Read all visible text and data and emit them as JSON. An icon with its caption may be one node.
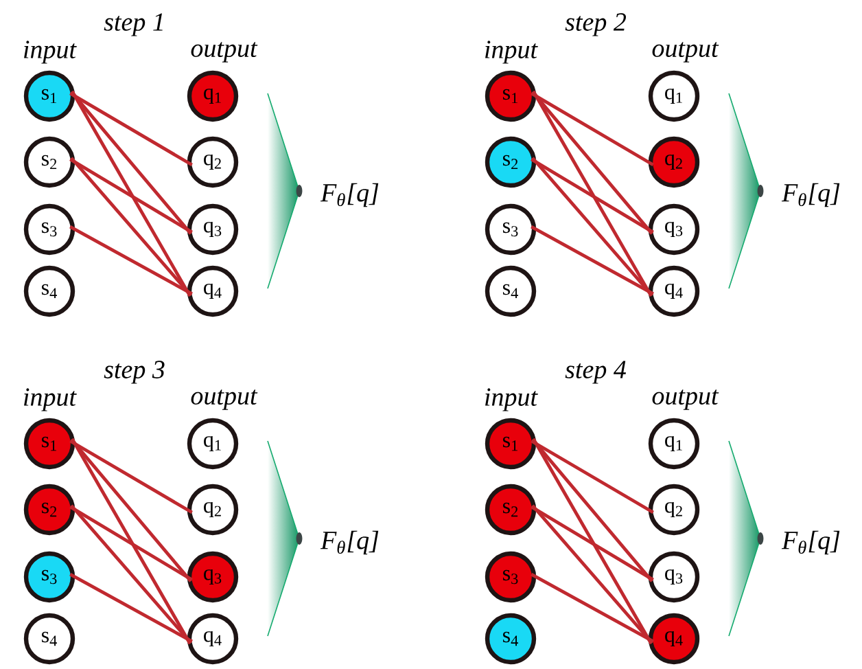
{
  "diagram": {
    "nodes": [
      {
        "text": [
          "s$_{1}$"
        ]
      },
      {
        "text": [
          "s$_{2}$"
        ]
      },
      {
        "text": [
          "s$_{3}$"
        ]
      },
      {
        "text": [
          "s$_{4}$"
        ]
      },
      {
        "text": [
          "q$_{1}$"
        ]
      },
      {
        "text": [
          "q$_{2}$"
        ]
      },
      {
        "text": [
          "q$_{3}$"
        ]
      },
      {
        "text": [
          "q$_{4}$"
        ]
      },
      {
        "text": [
          "s$_{1}$"
        ]
      },
      {
        "text": [
          "s$_{2}$"
        ]
      },
      {
        "text": [
          "s$_{3}$"
        ]
      },
      {
        "text": [
          "s$_{4}$"
        ]
      },
      {
        "text": [
          "q$_{1}$"
        ]
      },
      {
        "text": [
          "q$_{2}$"
        ]
      },
      {
        "text": [
          "q$_{3}$"
        ]
      },
      {
        "text": [
          "q$_{4}$"
        ]
      },
      {
        "text": [
          "s$_{1}$"
        ]
      },
      {
        "text": [
          "s$_{2}$"
        ]
      },
      {
        "text": [
          "s$_{3}$"
        ]
      },
      {
        "text": [
          "s$_{4}$"
        ]
      },
      {
        "text": [
          "q$_{1}$"
        ]
      },
      {
        "text": [
          "q$_{2}$"
        ]
      },
      {
        "text": [
          "q$_{3}$"
        ]
      },
      {
        "text": [
          "q$_{4}$"
        ]
      },
      {
        "text": [
          "s$_{1}$"
        ]
      },
      {
        "text": [
          "s$_{2}$"
        ]
      },
      {
        "text": [
          "s$_{3}$"
        ]
      },
      {
        "text": [
          "s$_{4}$"
        ]
      },
      {
        "text": [
          "q$_{1}$"
        ]
      },
      {
        "text": [
          "q$_{2}$"
        ]
      },
      {
        "text": [
          "q$_{3}$"
        ]
      },
      {
        "text": [
          "q$_{4}$"
        ]
      }
    ],
    "edges": [
      {
        "from": 0,
        "to": 5,
        "arrow": "none"
      },
      {
        "from": 0,
        "to": 6,
        "arrow": "none"
      },
      {
        "from": 0,
        "to": 7,
        "arrow": "none"
      },
      {
        "from": 1,
        "to": 6,
        "arrow": "none"
      },
      {
        "from": 1,
        "to": 7,
        "arrow": "none"
      },
      {
        "from": 2,
        "to": 7,
        "arrow": "none"
      },
      {
        "from": 8,
        "to": 13,
        "arrow": "none"
      },
      {
        "from": 8,
        "to": 14,
        "arrow": "none"
      },
      {
        "from": 8,
        "to": 15,
        "arrow": "none"
      },
      {
        "from": 9,
        "to": 14,
        "arrow": "none"
      },
      {
        "from": 9,
        "to": 15,
        "arrow": "none"
      },
      {
        "from": 10,
        "to": 15,
        "arrow": "none"
      },
      {
        "from": 16,
        "to": 21,
        "arrow": "none"
      },
      {
        "from": 16,
        "to": 22,
        "arrow": "none"
      },
      {
        "from": 16,
        "to": 23,
        "arrow": "none"
      },
      {
        "from": 17,
        "to": 22,
        "arrow": "none"
      },
      {
        "from": 17,
        "to": 23,
        "arrow": "none"
      },
      {
        "from": 18,
        "to": 23,
        "arrow": "none"
      },
      {
        "from": 24,
        "to": 29,
        "arrow": "none"
      },
      {
        "from": 24,
        "to": 30,
        "arrow": "none"
      },
      {
        "from": 24,
        "to": 31,
        "arrow": "none"
      },
      {
        "from": 25,
        "to": 30,
        "arrow": "none"
      },
      {
        "from": 25,
        "to": 31,
        "arrow": "none"
      },
      {
        "from": 26,
        "to": 31,
        "arrow": "none"
      }
    ],
    "labels": [
      "step 1",
      "input",
      "output",
      "F$_{θ}$[q]",
      "step 2",
      "input",
      "output",
      "F$_{θ}$[q]",
      "step 3",
      "input",
      "output",
      "F$_{θ}$[q]",
      "step 4",
      "input",
      "output",
      "F$_{θ}$[q]"
    ]
  }
}
